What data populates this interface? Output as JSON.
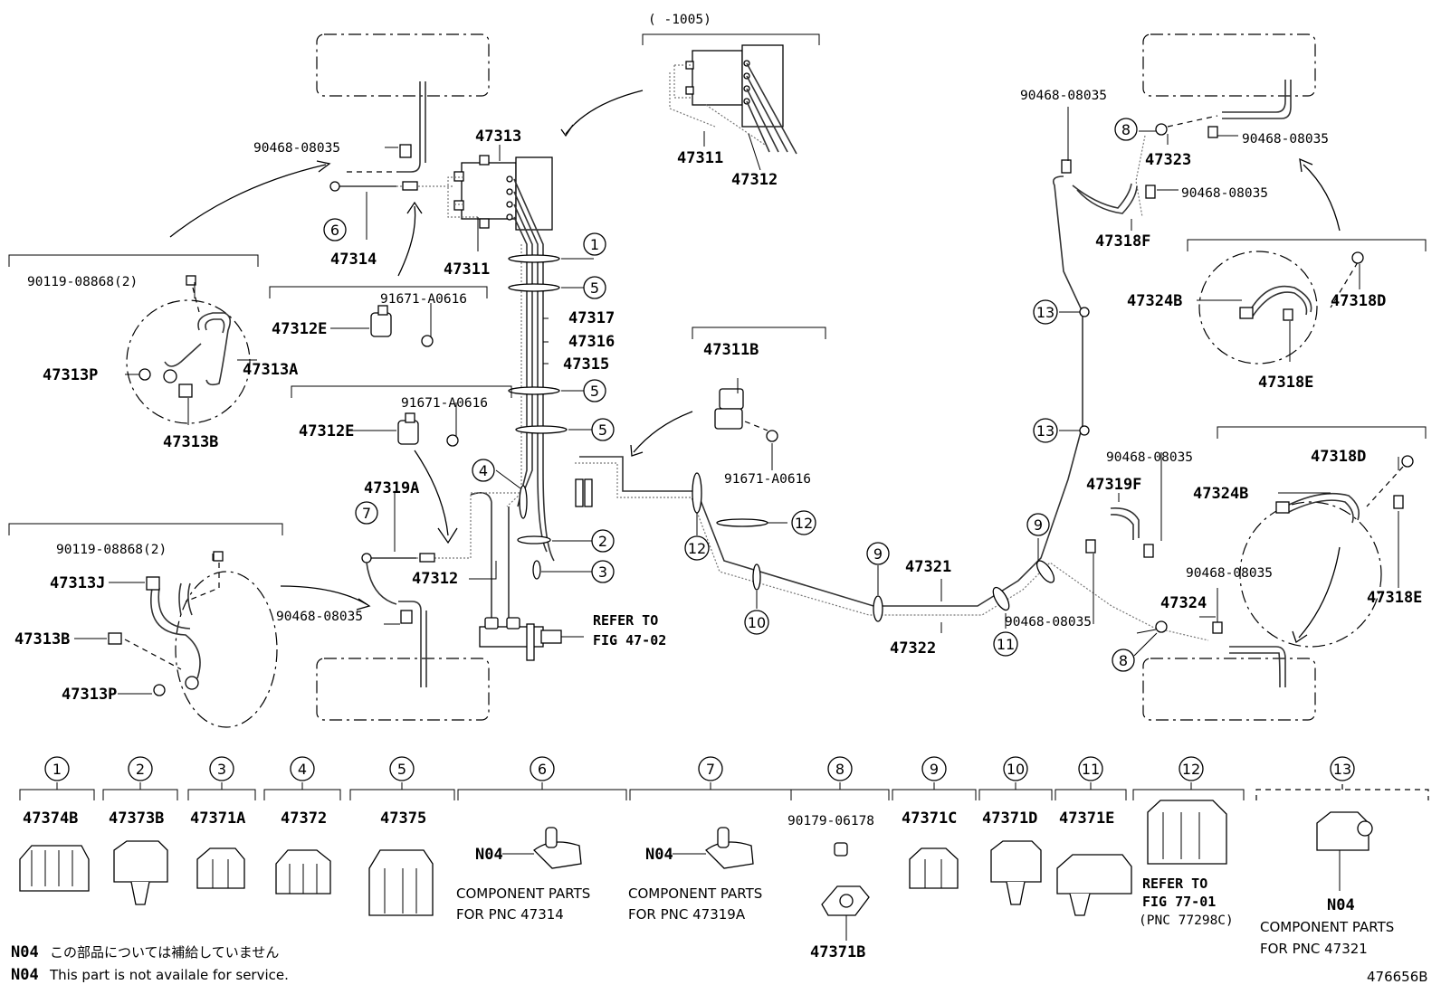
{
  "diagram_id": "476656B",
  "header": {
    "range": "(      -1005)"
  },
  "labels": {
    "p47313": "47313",
    "p47311_top": "47311",
    "p47312_top": "47312",
    "p47311": "47311",
    "p47314": "47314",
    "p90468_tl": "90468-08035",
    "p90119_a": "90119-08868(2)",
    "p47313A": "47313A",
    "p47313P_a": "47313P",
    "p47313B_a": "47313B",
    "p91671_a": "91671-A0616",
    "p47312E_a": "47312E",
    "p47317": "47317",
    "p47316": "47316",
    "p47315": "47315",
    "p91671_b": "91671-A0616",
    "p47312E_b": "47312E",
    "p47319A": "47319A",
    "p90119_b": "90119-08868(2)",
    "p47313J": "47313J",
    "p47313B_b": "47313B",
    "p47313P_b": "47313P",
    "p90468_bl": "90468-08035",
    "p47312": "47312",
    "refer1": "REFER TO",
    "refer2": "FIG 47-02",
    "p47311B": "47311B",
    "p91671_c": "91671-A0616",
    "p47321": "47321",
    "p47322": "47322",
    "p90468_tr1": "90468-08035",
    "p47323": "47323",
    "p90468_tr2": "90468-08035",
    "p90468_tr3": "90468-08035",
    "p47318F": "47318F",
    "p47324B_a": "47324B",
    "p47318D_a": "47318D",
    "p47318E_a": "47318E",
    "p90468_mr": "90468-08035",
    "p47319F": "47319F",
    "p47318D_b": "47318D",
    "p47324B_b": "47324B",
    "p47318E_b": "47318E",
    "p90468_br1": "90468-08035",
    "p47324": "47324",
    "p90468_br2": "90468-08035"
  },
  "callouts": [
    "1",
    "2",
    "3",
    "4",
    "5",
    "6",
    "7",
    "8",
    "9",
    "10",
    "11",
    "12",
    "13"
  ],
  "legend": [
    {
      "num": "1",
      "part": "47374B"
    },
    {
      "num": "2",
      "part": "47373B"
    },
    {
      "num": "3",
      "part": "47371A"
    },
    {
      "num": "4",
      "part": "47372"
    },
    {
      "num": "5",
      "part": "47375"
    },
    {
      "num": "6",
      "code": "N04",
      "text1": "COMPONENT PARTS",
      "text2": "FOR PNC 47314"
    },
    {
      "num": "7",
      "code": "N04",
      "text1": "COMPONENT PARTS",
      "text2": "FOR PNC 47319A"
    },
    {
      "num": "8",
      "part": "90179-06178",
      "part2": "47371B"
    },
    {
      "num": "9",
      "part": "47371C"
    },
    {
      "num": "10",
      "part": "47371D"
    },
    {
      "num": "11",
      "part": "47371E"
    },
    {
      "num": "12",
      "text1": "REFER TO",
      "text2": "FIG 77-01",
      "text3": "(PNC 77298C)"
    },
    {
      "num": "13",
      "code": "N04",
      "text1": "COMPONENT PARTS",
      "text2": "FOR PNC 47321"
    }
  ],
  "footnotes": {
    "code": "N04",
    "jp": "この部品については補給していません",
    "en": "This part is not availale for service."
  }
}
